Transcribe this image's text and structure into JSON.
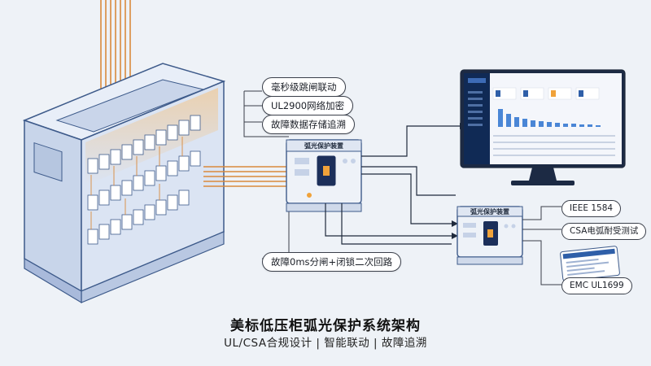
{
  "features": {
    "f1": "毫秒级跳闸联动",
    "f2": "UL2900网络加密",
    "f3": "故障数据存储追溯",
    "f4": "故障0ms分闸+闭锁二次回路"
  },
  "standards": {
    "s1": "IEEE 1584",
    "s2": "CSA电弧耐受测试",
    "s3": "EMC UL1699"
  },
  "devices": {
    "primary_label": "弧光保护装置",
    "secondary_label": "弧光保护装置"
  },
  "footer": {
    "title": "美标低压柜弧光保护系统架构",
    "subtitle": "UL/CSA合规设计 | 智能联动 | 故障追溯"
  },
  "colors": {
    "cabinet": "#dbe4f3",
    "cabinet_edge": "#3d5a8a",
    "wire": "#d98a3d",
    "link": "#1f2a3c",
    "monitor_bg": "#102a55",
    "chart_bar": "#4a86d6"
  }
}
